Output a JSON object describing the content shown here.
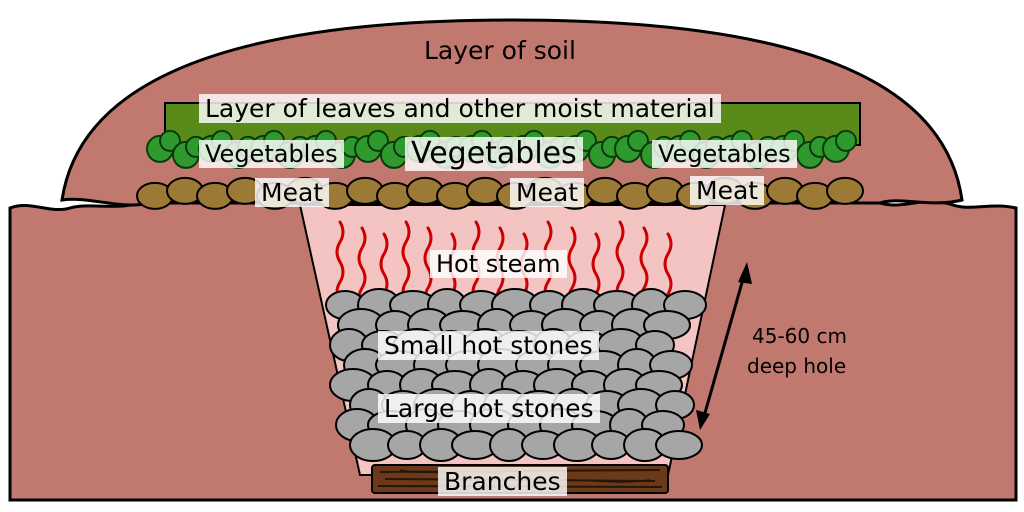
{
  "labels": {
    "soil": "Layer of soil",
    "leaves": "Layer of leaves and other moist material",
    "veg_left": "Vegetables",
    "veg_center": "Vegetables",
    "veg_right": "Vegetables",
    "meat_left": "Meat",
    "meat_center": "Meat",
    "meat_right": "Meat",
    "steam": "Hot steam",
    "small_stones": "Small hot stones",
    "large_stones": "Large hot stones",
    "branches": "Branches",
    "depth_line1": "45-60 cm",
    "depth_line2": "deep hole"
  },
  "colors": {
    "soil": "#c1786f",
    "leaf_layer": "#5a8a1a",
    "vegetables": "#2e9a2e",
    "meat": "#9c7a35",
    "steam_area": "#f3c4c2",
    "steam_wave": "#cc0000",
    "stones": "#a6a6a6",
    "branches": "#6b3a1a"
  }
}
